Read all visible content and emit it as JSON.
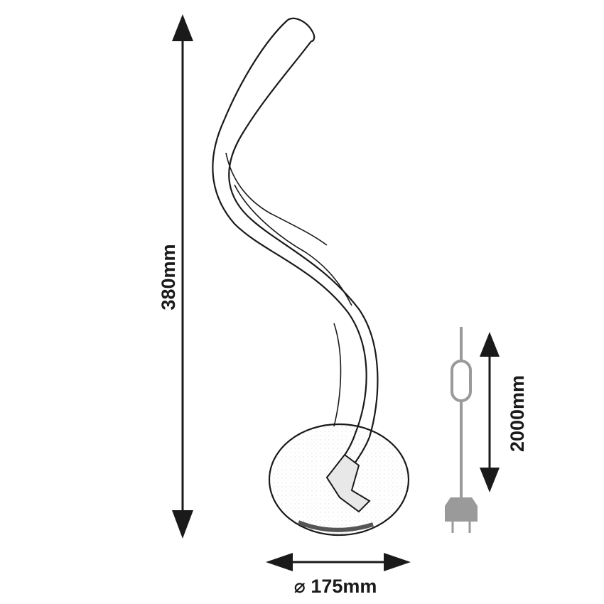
{
  "dimensions": {
    "height_label": "380mm",
    "cable_length_label": "2000mm",
    "base_diameter_label": "⌀ 175mm"
  },
  "colors": {
    "line": "#1a1a1a",
    "cable": "#9a9a9a",
    "background": "#ffffff"
  },
  "icons": {
    "lamp": "spiral-table-lamp",
    "plug": "power-plug-icon",
    "switch": "inline-switch-icon"
  }
}
